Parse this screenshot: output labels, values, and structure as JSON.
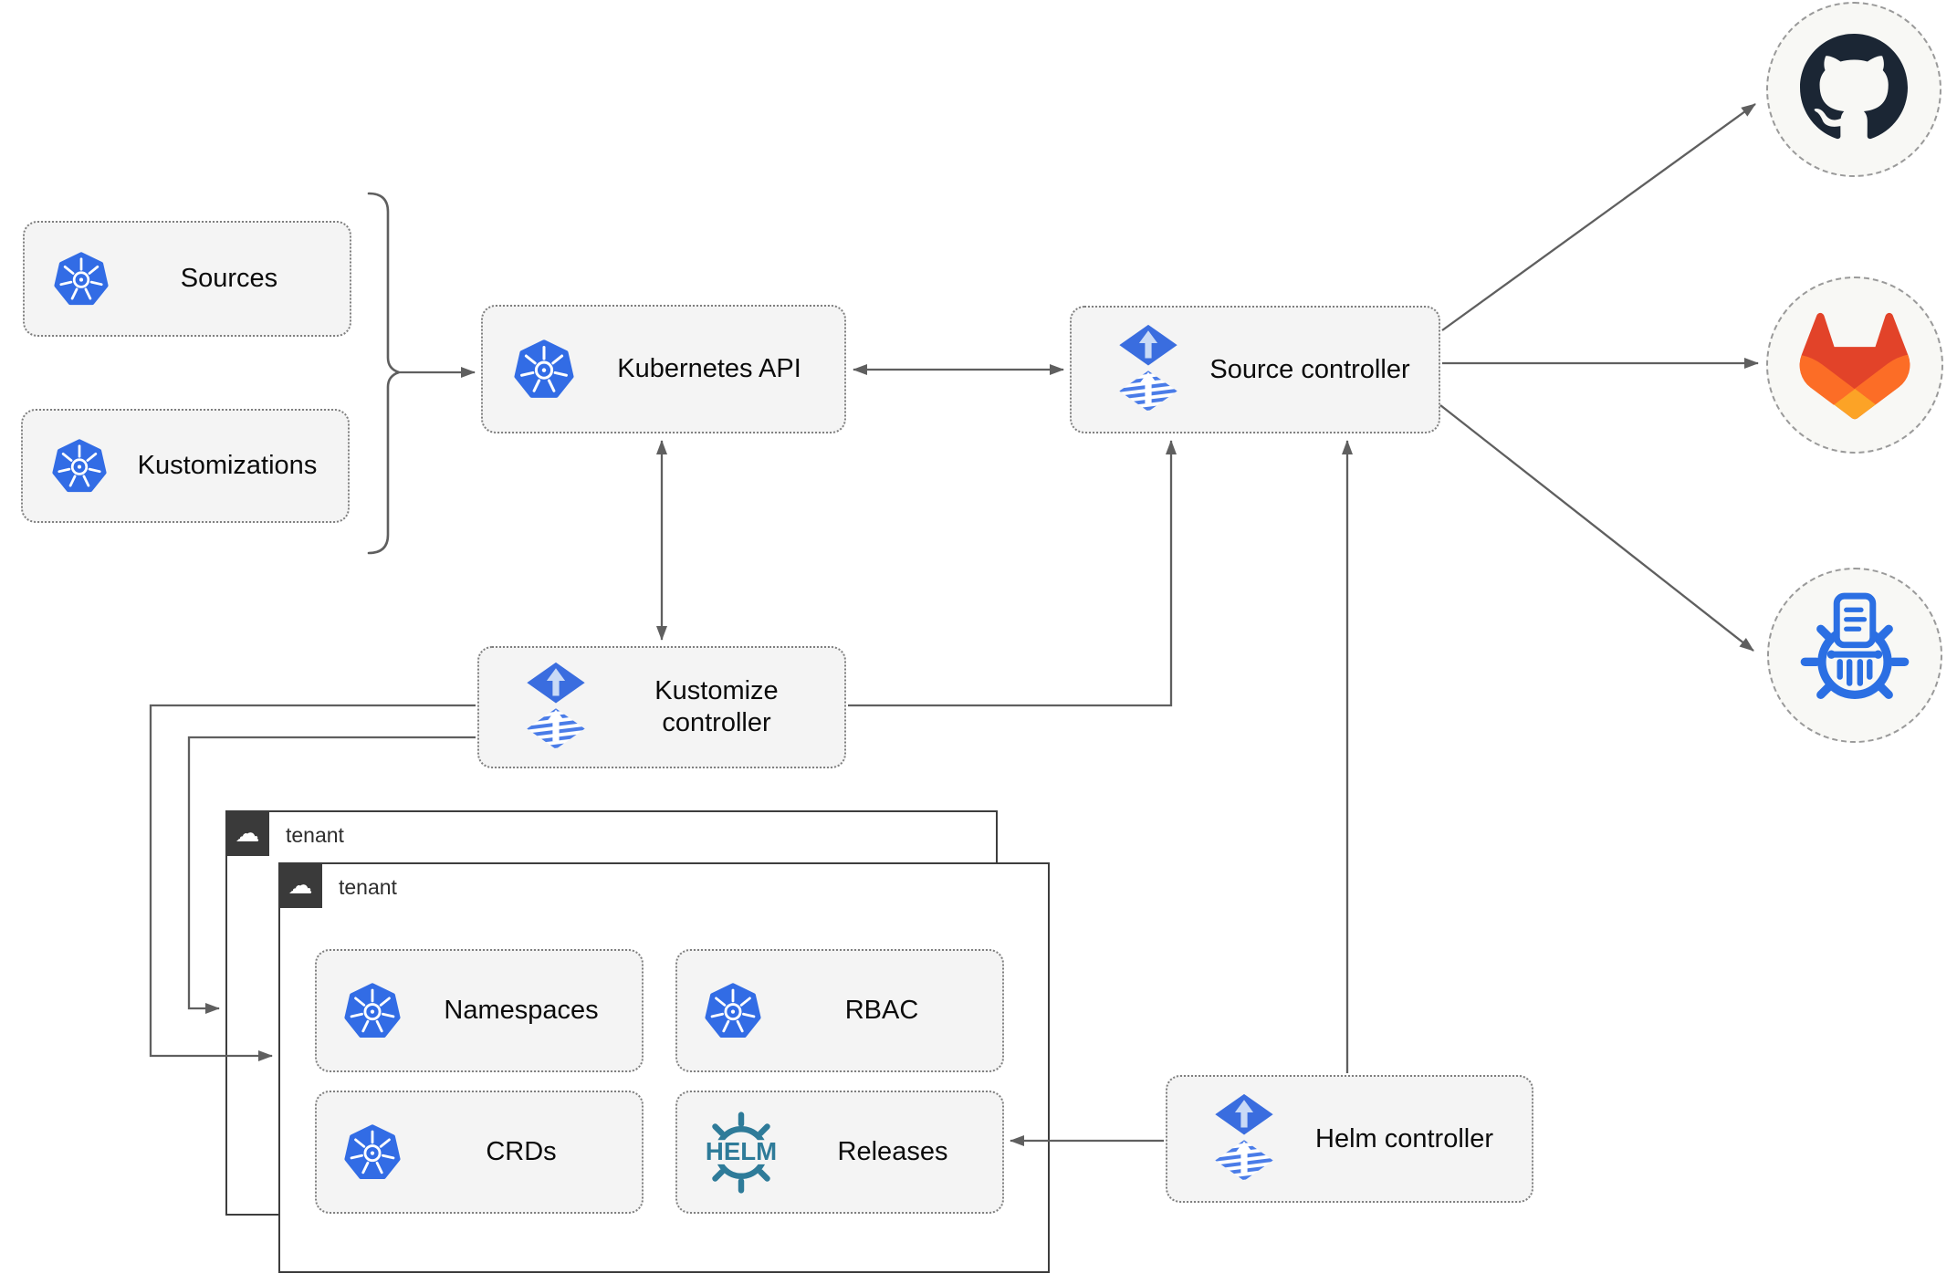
{
  "nodes": {
    "sources": {
      "label": "Sources",
      "icon": "kubernetes"
    },
    "kustomizations": {
      "label": "Kustomizations",
      "icon": "kubernetes"
    },
    "kubernetes_api": {
      "label": "Kubernetes API",
      "icon": "kubernetes"
    },
    "source_controller": {
      "label": "Source controller",
      "icon": "flux"
    },
    "kustomize_controller": {
      "label": "Kustomize controller",
      "icon": "flux"
    },
    "helm_controller": {
      "label": "Helm controller",
      "icon": "flux"
    },
    "tenant_outer": {
      "label": "tenant",
      "icon": "cloud"
    },
    "tenant_inner": {
      "label": "tenant",
      "icon": "cloud"
    },
    "namespaces": {
      "label": "Namespaces",
      "icon": "kubernetes"
    },
    "rbac": {
      "label": "RBAC",
      "icon": "kubernetes"
    },
    "crds": {
      "label": "CRDs",
      "icon": "kubernetes"
    },
    "releases": {
      "label": "Releases",
      "icon": "helm",
      "logo_text": "HELM"
    },
    "github": {
      "icon": "github"
    },
    "gitlab": {
      "icon": "gitlab"
    },
    "chartmuseum": {
      "icon": "chartmuseum"
    }
  },
  "icons": {
    "cloud_glyph": "☁"
  },
  "edges": [
    {
      "from": "sources-kustomizations-brace",
      "to": "kubernetes-api",
      "style": "arrow"
    },
    {
      "from": "kubernetes-api",
      "to": "source-controller",
      "style": "double-arrow"
    },
    {
      "from": "kubernetes-api",
      "to": "kustomize-controller",
      "style": "double-arrow"
    },
    {
      "from": "kustomize-controller",
      "to": "source-controller",
      "style": "arrow"
    },
    {
      "from": "kustomize-controller",
      "to": "tenant-outer",
      "style": "arrow"
    },
    {
      "from": "kustomize-controller",
      "to": "tenant-inner",
      "style": "arrow"
    },
    {
      "from": "helm-controller",
      "to": "source-controller",
      "style": "arrow"
    },
    {
      "from": "helm-controller",
      "to": "releases",
      "style": "arrow"
    },
    {
      "from": "source-controller",
      "to": "github",
      "style": "arrow"
    },
    {
      "from": "source-controller",
      "to": "gitlab",
      "style": "arrow"
    },
    {
      "from": "source-controller",
      "to": "chartmuseum",
      "style": "arrow"
    }
  ],
  "colors": {
    "kubernetes_blue": "#326ce5",
    "flux_blue": "#3a6ddf",
    "helm_teal": "#2e7b99",
    "chartmuseum_blue": "#2b6fe3",
    "github_dark": "#1b2634",
    "gitlab_red": "#e24329",
    "gitlab_orange": "#fc6d26",
    "gitlab_amber": "#fca326",
    "arrow_gray": "#5f5f5f",
    "box_bg": "#f4f4f4",
    "tenant_tab": "#3a3a3a"
  }
}
